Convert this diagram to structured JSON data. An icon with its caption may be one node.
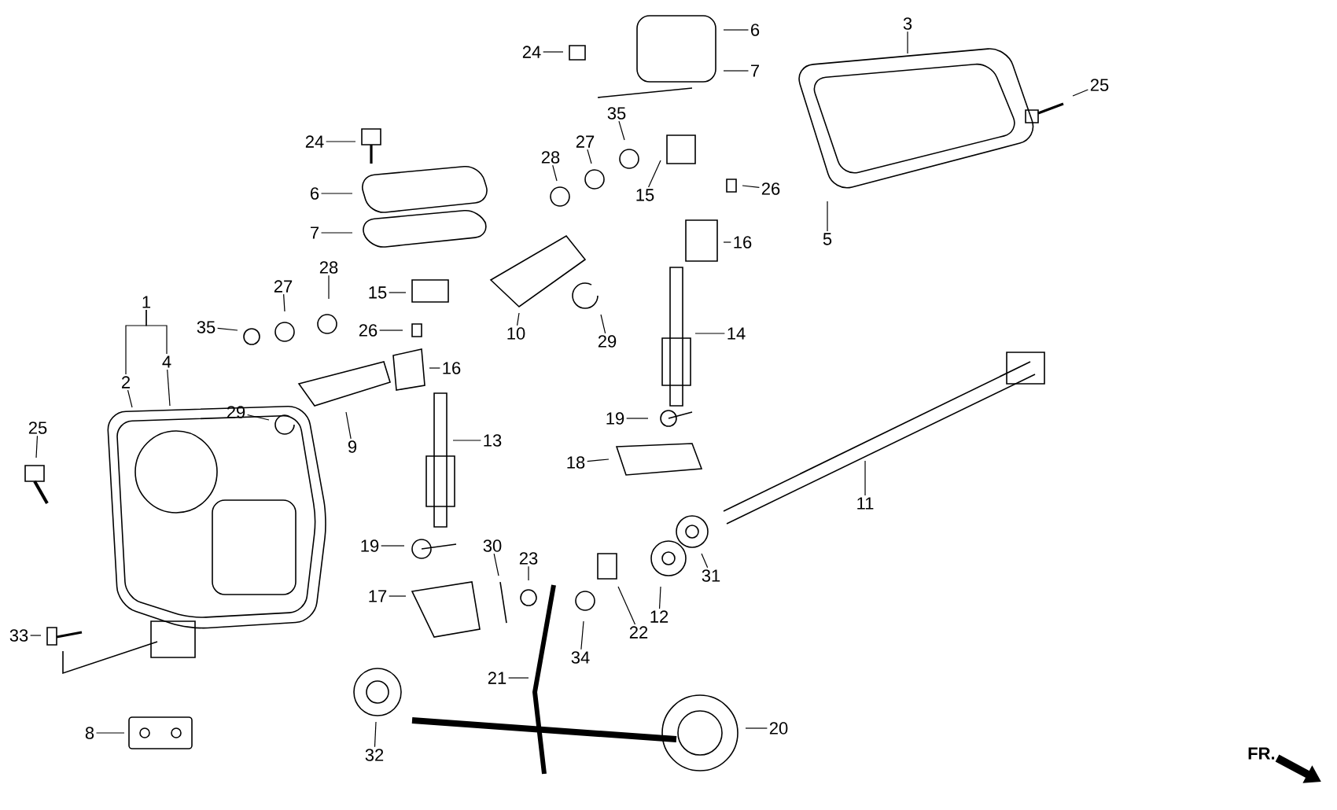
{
  "diagram": {
    "nodes": [
      {
        "text": [
          "24"
        ]
      },
      {
        "text": [
          "6"
        ]
      },
      {
        "text": [
          "3"
        ]
      },
      {
        "text": [
          "25"
        ]
      },
      {
        "text": [
          "7"
        ]
      },
      {
        "text": [
          "35"
        ]
      },
      {
        "text": [
          "24"
        ]
      },
      {
        "text": [
          "27"
        ]
      },
      {
        "text": [
          "28"
        ]
      },
      {
        "text": [
          "6"
        ]
      },
      {
        "text": [
          "15"
        ]
      },
      {
        "text": [
          "26"
        ]
      },
      {
        "text": [
          "7"
        ]
      },
      {
        "text": [
          "5"
        ]
      },
      {
        "text": [
          "16"
        ]
      },
      {
        "text": [
          "28"
        ]
      },
      {
        "text": [
          "27"
        ]
      },
      {
        "text": [
          "15"
        ]
      },
      {
        "text": [
          "1"
        ]
      },
      {
        "text": [
          "35"
        ]
      },
      {
        "text": [
          "26"
        ]
      },
      {
        "text": [
          "10"
        ]
      },
      {
        "text": [
          "29"
        ]
      },
      {
        "text": [
          "14"
        ]
      },
      {
        "text": [
          "2"
        ]
      },
      {
        "text": [
          "4"
        ]
      },
      {
        "text": [
          "16"
        ]
      },
      {
        "text": [
          "29"
        ]
      },
      {
        "text": [
          "19"
        ]
      },
      {
        "text": [
          "25"
        ]
      },
      {
        "text": [
          "13"
        ]
      },
      {
        "text": [
          "9"
        ]
      },
      {
        "text": [
          "18"
        ]
      },
      {
        "text": [
          "11"
        ]
      },
      {
        "text": [
          "30"
        ]
      },
      {
        "text": [
          "19"
        ]
      },
      {
        "text": [
          "31"
        ]
      },
      {
        "text": [
          "23"
        ]
      },
      {
        "text": [
          "12"
        ]
      },
      {
        "text": [
          "17"
        ]
      },
      {
        "text": [
          "22"
        ]
      },
      {
        "text": [
          "33"
        ]
      },
      {
        "text": [
          "34"
        ]
      },
      {
        "text": [
          "21"
        ]
      },
      {
        "text": [
          "20"
        ]
      },
      {
        "text": [
          "8"
        ]
      },
      {
        "text": [
          "32"
        ]
      }
    ],
    "edges": [
      {
        "from": 18,
        "to": 24,
        "arrow": "none"
      },
      {
        "from": 18,
        "to": 25,
        "arrow": "none"
      },
      {
        "from": 0,
        "to": null,
        "arrow": "none"
      },
      {
        "from": 1,
        "to": null,
        "arrow": "none"
      },
      {
        "from": 2,
        "to": null,
        "arrow": "none"
      },
      {
        "from": 3,
        "to": null,
        "arrow": "none"
      },
      {
        "from": 4,
        "to": null,
        "arrow": "none"
      },
      {
        "from": 5,
        "to": null,
        "arrow": "none"
      },
      {
        "from": 6,
        "to": null,
        "arrow": "none"
      },
      {
        "from": 7,
        "to": null,
        "arrow": "none"
      },
      {
        "from": 8,
        "to": null,
        "arrow": "none"
      },
      {
        "from": 9,
        "to": null,
        "arrow": "none"
      },
      {
        "from": 10,
        "to": null,
        "arrow": "none"
      },
      {
        "from": 11,
        "to": null,
        "arrow": "none"
      },
      {
        "from": 12,
        "to": null,
        "arrow": "none"
      },
      {
        "from": 13,
        "to": null,
        "arrow": "none"
      },
      {
        "from": 14,
        "to": null,
        "arrow": "none"
      },
      {
        "from": 15,
        "to": null,
        "arrow": "none"
      },
      {
        "from": 16,
        "to": null,
        "arrow": "none"
      },
      {
        "from": 17,
        "to": null,
        "arrow": "none"
      },
      {
        "from": 19,
        "to": null,
        "arrow": "none"
      },
      {
        "from": 20,
        "to": null,
        "arrow": "none"
      },
      {
        "from": 21,
        "to": null,
        "arrow": "none"
      },
      {
        "from": 22,
        "to": null,
        "arrow": "none"
      },
      {
        "from": 23,
        "to": null,
        "arrow": "none"
      },
      {
        "from": 24,
        "to": null,
        "arrow": "none"
      },
      {
        "from": 25,
        "to": null,
        "arrow": "none"
      },
      {
        "from": 26,
        "to": null,
        "arrow": "none"
      },
      {
        "from": 27,
        "to": null,
        "arrow": "none"
      },
      {
        "from": 28,
        "to": null,
        "arrow": "none"
      },
      {
        "from": 29,
        "to": null,
        "arrow": "none"
      },
      {
        "from": 30,
        "to": null,
        "arrow": "none"
      },
      {
        "from": 31,
        "to": null,
        "arrow": "none"
      },
      {
        "from": 32,
        "to": null,
        "arrow": "none"
      },
      {
        "from": 33,
        "to": null,
        "arrow": "none"
      },
      {
        "from": 34,
        "to": null,
        "arrow": "none"
      },
      {
        "from": 35,
        "to": null,
        "arrow": "none"
      },
      {
        "from": 36,
        "to": null,
        "arrow": "none"
      },
      {
        "from": 37,
        "to": null,
        "arrow": "none"
      },
      {
        "from": 38,
        "to": null,
        "arrow": "none"
      },
      {
        "from": 39,
        "to": null,
        "arrow": "none"
      },
      {
        "from": 40,
        "to": null,
        "arrow": "none"
      },
      {
        "from": 41,
        "to": null,
        "arrow": "none"
      },
      {
        "from": 42,
        "to": null,
        "arrow": "none"
      },
      {
        "from": 43,
        "to": null,
        "arrow": "none"
      },
      {
        "from": 44,
        "to": null,
        "arrow": "none"
      },
      {
        "from": 45,
        "to": null,
        "arrow": "none"
      },
      {
        "from": 46,
        "to": null,
        "arrow": "none"
      }
    ],
    "labels": [
      "FR."
    ]
  }
}
